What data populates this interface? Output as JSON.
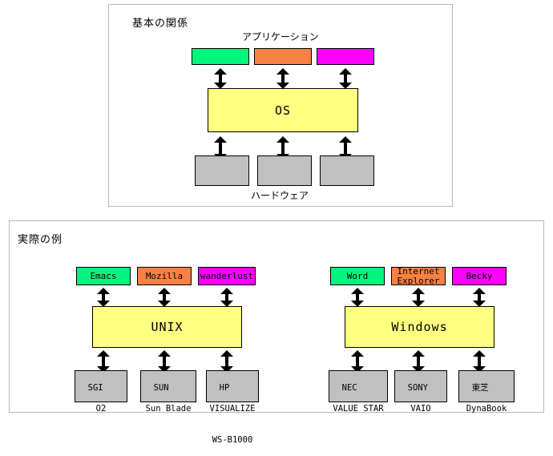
{
  "panels": {
    "basic": {
      "title": "基本の関係",
      "caption_top": "アプリケーション",
      "caption_bottom": "ハードウェア",
      "apps": [
        {
          "label": "",
          "color": "#00f57e"
        },
        {
          "label": "",
          "color": "#fa8043"
        },
        {
          "label": "",
          "color": "#ff00ff"
        }
      ],
      "os": {
        "label": "OS",
        "color": "#ffff80"
      },
      "hardware": [
        {
          "label": "",
          "color": "#c0c0c0"
        },
        {
          "label": "",
          "color": "#c0c0c0"
        },
        {
          "label": "",
          "color": "#c0c0c0"
        }
      ]
    },
    "actual": {
      "title": "実際の例",
      "groups": [
        {
          "name": "unix-group",
          "apps": [
            {
              "label": "Emacs",
              "color": "#00f57e"
            },
            {
              "label": "Mozilla",
              "color": "#fa8043"
            },
            {
              "label": "wanderlust",
              "color": "#ff00ff"
            }
          ],
          "os": {
            "label": "UNIX",
            "color": "#ffff80"
          },
          "hardware": [
            {
              "line1": "SGI",
              "line2": "O2",
              "line3": "",
              "color": "#c0c0c0"
            },
            {
              "line1": "SUN",
              "line2": "Sun Blade",
              "line3": "",
              "color": "#c0c0c0"
            },
            {
              "line1": "HP",
              "line2": "VISUALIZE",
              "line3": "WS-B1000",
              "color": "#c0c0c0"
            }
          ]
        },
        {
          "name": "windows-group",
          "apps": [
            {
              "label": "Word",
              "color": "#00f57e"
            },
            {
              "label": "Internet\nExplorer",
              "color": "#fa8043"
            },
            {
              "label": "Becky",
              "color": "#ff00ff"
            }
          ],
          "os": {
            "label": "Windows",
            "color": "#ffff80"
          },
          "hardware": [
            {
              "line1": "NEC",
              "line2": "VALUE STAR",
              "line3": "",
              "color": "#c0c0c0"
            },
            {
              "line1": "SONY",
              "line2": "VAIO",
              "line3": "",
              "color": "#c0c0c0"
            },
            {
              "line1": "東芝",
              "line2": "DynaBook",
              "line3": "",
              "color": "#c0c0c0"
            }
          ]
        }
      ]
    }
  }
}
